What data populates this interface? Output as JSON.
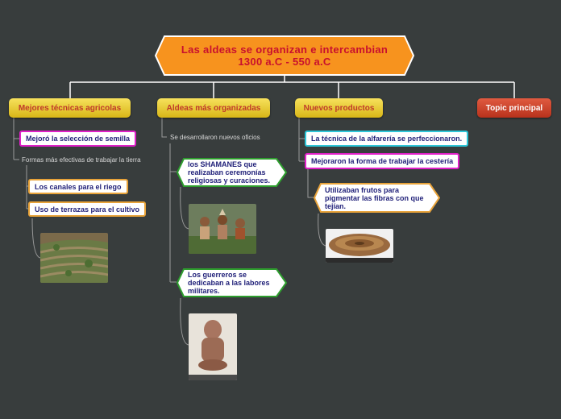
{
  "central": {
    "line1": "Las aldeas se organizan e intercambian",
    "line2": "1300 a.C - 550 a.C"
  },
  "topics": {
    "agricultura": "Mejores técnicas agricolas",
    "aldeas": "Aldeas más organizadas",
    "productos": "Nuevos productos",
    "principal": "Topic principal"
  },
  "agricultura": {
    "seleccion": "Mejoró la selección de semilla",
    "formas": "Formas más efectivas de trabajar la tierra",
    "canales": "Los canales para el riego",
    "terrazas": "Uso de terrazas para el cultivo"
  },
  "aldeas": {
    "oficios": "Se desarrollaron nuevos  oficios",
    "shamanes_1": "los  SHAMANES que",
    "shamanes_2": "realizaban ceremonías",
    "shamanes_3": "religiosas y curaciones.",
    "guerreros_1": "Los guerreros se",
    "guerreros_2": "dedicaban a las labores",
    "guerreros_3": "militares."
  },
  "productos": {
    "alfareria": "La técnica de la alfarería se perfeccionaron.",
    "cesteria": "Mejoraron la forma de trabajar la cestería",
    "frutos_1": "Utilizaban frutos para",
    "frutos_2": "pigmentar las fibras con que",
    "frutos_3": "tejían."
  },
  "colors": {
    "background": "#383d3d",
    "central_fill": "#f7931e",
    "central_text": "#c8102e",
    "main_fill": "#f0d23c",
    "main_text": "#c0392b",
    "topic_principal_fill": "#c9452c",
    "green_border": "#2e9e2e",
    "orange_border": "#e8a33a",
    "magenta_border": "#e020c8",
    "cyan_border": "#2ec6d8",
    "sub_text": "#22227a"
  }
}
